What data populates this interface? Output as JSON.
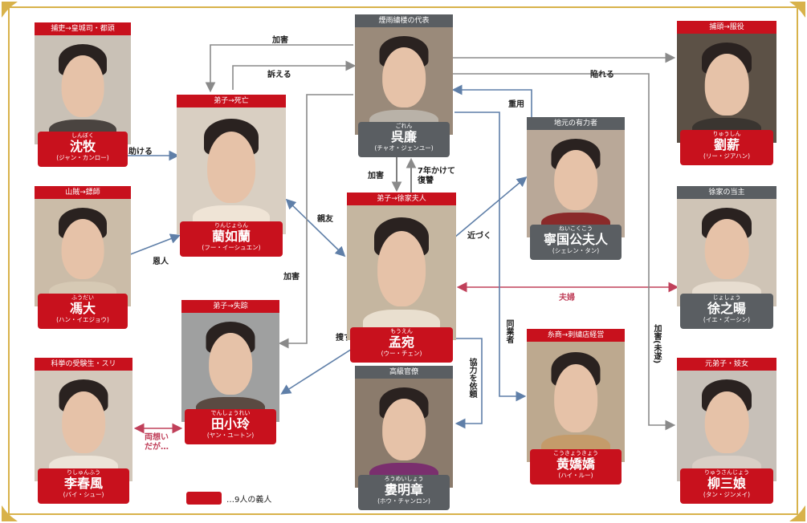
{
  "colors": {
    "accent_red": "#c8111d",
    "gray": "#5a5e62",
    "gold": "#d8b24a",
    "arrow_blue": "#5f7fa8",
    "arrow_gray": "#8a8a8a",
    "arrow_pink": "#c0405a"
  },
  "characters": {
    "shen": {
      "tag": "捕吏→皇城司・都頭",
      "ruby": "しんぼく",
      "name": "沈牧",
      "en": "(ジャン・カンロー)",
      "color": "red"
    },
    "lan": {
      "tag": "弟子→死亡",
      "ruby": "りんじょらん",
      "name": "藺如蘭",
      "en": "(フー・イーシュエン)",
      "color": "red"
    },
    "wu": {
      "tag": "煙雨繍楼の代表",
      "ruby": "ごれん",
      "name": "呉廉",
      "en": "(チャオ・ジェンユー)",
      "color": "gray"
    },
    "liu": {
      "tag": "捕頭→服役",
      "ruby": "りゅうしん",
      "name": "劉薪",
      "en": "(リー・ジアハン)",
      "color": "red"
    },
    "feng": {
      "tag": "山賊→鏢師",
      "ruby": "ふうだい",
      "name": "馮大",
      "en": "(ハン・イエジョウ)",
      "color": "red"
    },
    "meng": {
      "tag": "弟子→徐家夫人",
      "ruby": "もうえん",
      "name": "孟宛",
      "en": "(ウー・チェン)",
      "color": "red"
    },
    "ning": {
      "tag": "地元の有力者",
      "ruby": "ねいこくこう",
      "name": "寧国公夫人",
      "en": "(シェレン・タン)",
      "color": "gray"
    },
    "xu": {
      "tag": "徐家の当主",
      "ruby": "じょしょう",
      "name": "徐之暘",
      "en": "(イエ・ズーシン)",
      "color": "gray"
    },
    "tian": {
      "tag": "弟子→失踪",
      "ruby": "でんしょうれい",
      "name": "田小玲",
      "en": "(ヤン・ユートン)",
      "color": "red"
    },
    "huang": {
      "tag": "糸商→刺繍店経営",
      "ruby": "こうきょうきょう",
      "name": "黄嬌嬌",
      "en": "(ハイ・ルー)",
      "color": "red"
    },
    "li": {
      "tag": "科挙の受験生・スリ",
      "ruby": "りしゅんふう",
      "name": "李春風",
      "en": "(バイ・シュー)",
      "color": "red"
    },
    "lou": {
      "tag": "高級官僚",
      "ruby": "ろうめいしょう",
      "name": "婁明章",
      "en": "(ホウ・チャンロン)",
      "color": "gray"
    },
    "liusan": {
      "tag": "元弟子・妓女",
      "ruby": "りゅうさんじょう",
      "name": "柳三娘",
      "en": "(タン・ジンメイ)",
      "color": "red"
    }
  },
  "relations": {
    "kagai_top": "加害",
    "uttaeru": "訴える",
    "otoshireru": "陥れる",
    "tasukeru": "助ける",
    "choyo": "重用",
    "kagai_mid": "加害",
    "fukushu": "7年かけて\n復讐",
    "shinyu": "親友",
    "onjin": "恩人",
    "chikazuku": "近づく",
    "kagai_left": "加害",
    "fufu": "夫婦",
    "dogyosha": "同業者",
    "kagai_misui": "加害(未遂)",
    "sagasu": "捜す",
    "kyoryoku": "協力を依頼",
    "ryoomoi": "両想い\nだが…"
  },
  "legend": {
    "text": "…9人の義人"
  }
}
